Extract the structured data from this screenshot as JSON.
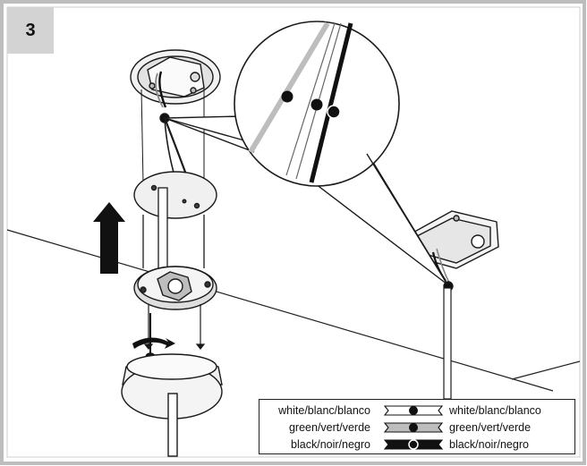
{
  "step": {
    "number": "3"
  },
  "legend": {
    "rows": [
      {
        "left_label": "white/blanc/blanco",
        "right_label": "white/blanc/blanco",
        "wire_color": "#ffffff",
        "wire": "white"
      },
      {
        "left_label": "green/vert/verde",
        "right_label": "green/vert/verde",
        "wire_color": "#bdbdbd",
        "wire": "green"
      },
      {
        "left_label": "black/noir/negro",
        "right_label": "black/noir/negro",
        "wire_color": "#111111",
        "wire": "black"
      }
    ]
  },
  "colors": {
    "badge": "#d3d3d3",
    "outline": "#1a1a1a",
    "arrow": "#111111"
  },
  "icons": [
    "up-arrow-icon",
    "curved-arrow-icon",
    "screwdriver-icon"
  ]
}
